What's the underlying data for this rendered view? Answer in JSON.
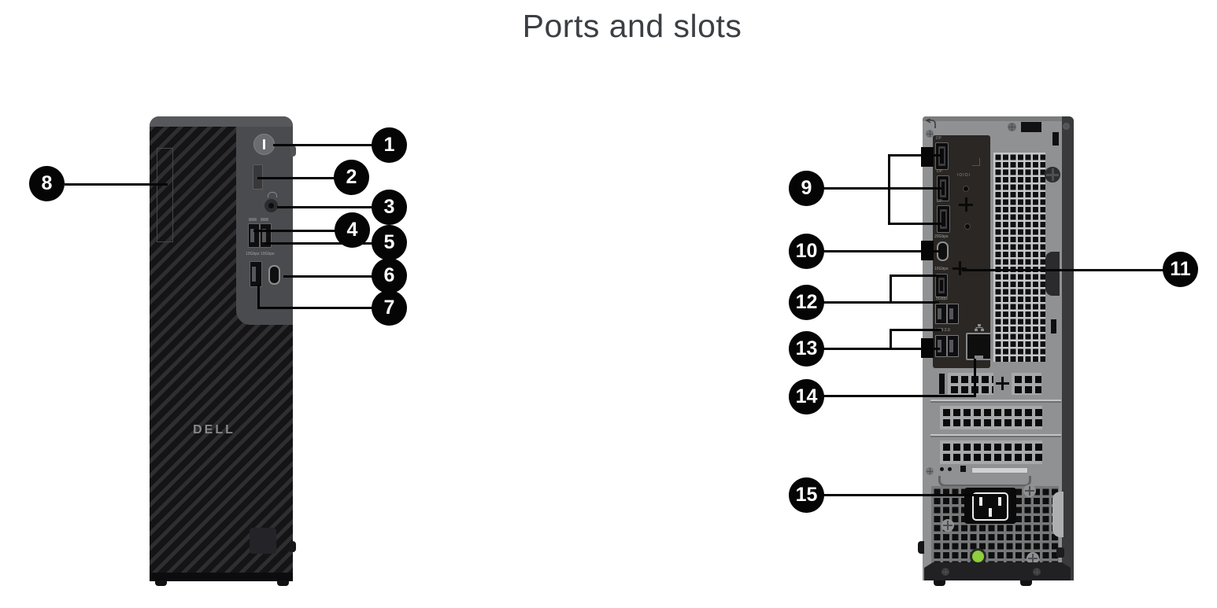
{
  "title": "Ports and slots",
  "front_view": {
    "logo": "DELL",
    "labels": {
      "bottom_usb_speed_left": "10Gbps",
      "bottom_usb_speed_right": "10Gbps"
    }
  },
  "back_view": {
    "labels": {
      "dp1": "DP",
      "dp2": "DP",
      "dp3": "DP",
      "serial": "IOIOI",
      "usbc_speed": "20Gbps",
      "usb_speed_10": "10Gbps",
      "usb_speed_5": "5Gbps",
      "usb2": "USB 2.0"
    }
  },
  "callouts": [
    {
      "number": "1"
    },
    {
      "number": "2"
    },
    {
      "number": "3"
    },
    {
      "number": "4"
    },
    {
      "number": "5"
    },
    {
      "number": "6"
    },
    {
      "number": "7"
    },
    {
      "number": "8"
    },
    {
      "number": "9"
    },
    {
      "number": "10"
    },
    {
      "number": "11"
    },
    {
      "number": "12"
    },
    {
      "number": "13"
    },
    {
      "number": "14"
    },
    {
      "number": "15"
    }
  ]
}
